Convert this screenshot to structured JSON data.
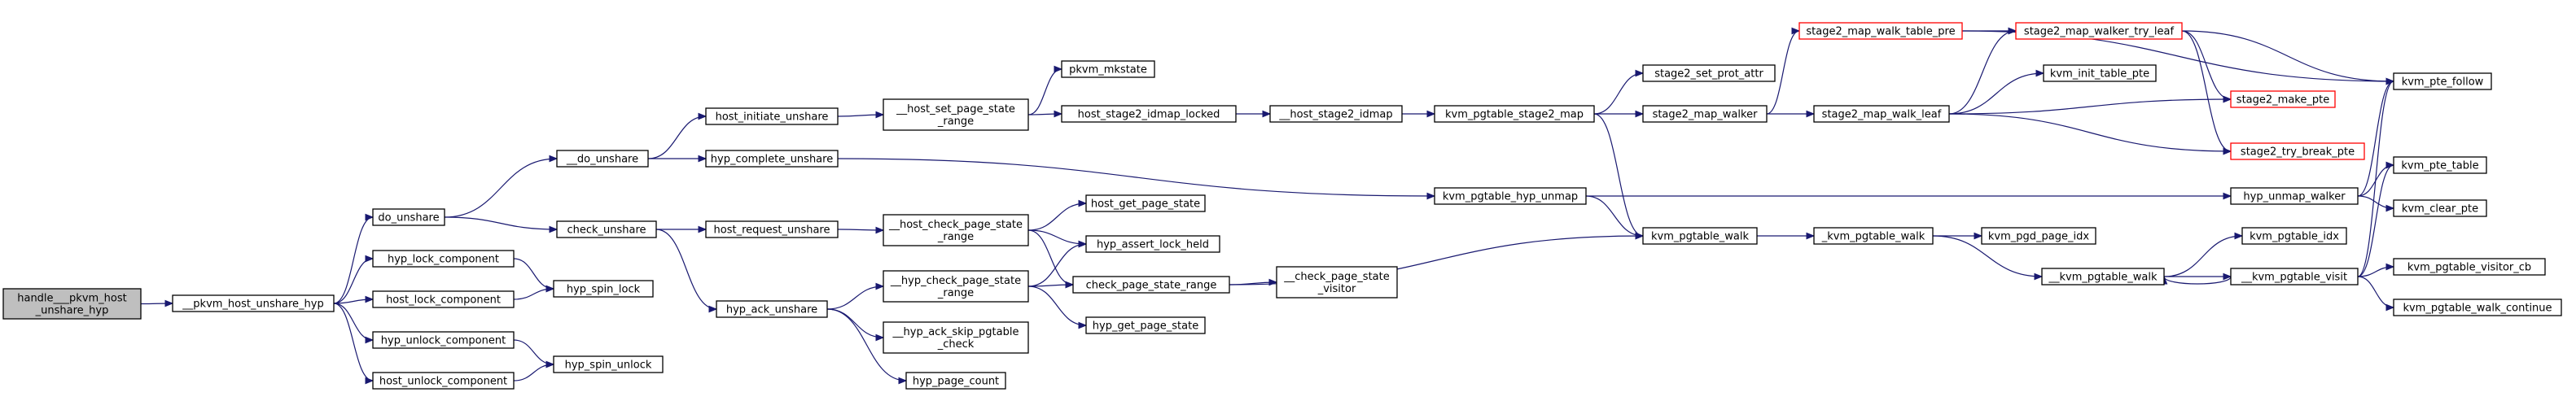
{
  "colors": {
    "edge": "#191970",
    "node_border": "#000000",
    "node_border_truncated": "#ff0000",
    "root_fill": "#bfbfbf",
    "node_fill": "#ffffff"
  },
  "nodes": [
    {
      "id": "handle_pkvm",
      "lines": [
        "handle___pkvm_host",
        "_unshare_hyp"
      ],
      "root": true
    },
    {
      "id": "pkvm_host_unshare_hyp",
      "lines": [
        "__pkvm_host_unshare_hyp"
      ]
    },
    {
      "id": "do_unshare",
      "lines": [
        "do_unshare"
      ]
    },
    {
      "id": "hyp_lock_component",
      "lines": [
        "hyp_lock_component"
      ]
    },
    {
      "id": "host_lock_component",
      "lines": [
        "host_lock_component"
      ]
    },
    {
      "id": "hyp_unlock_component",
      "lines": [
        "hyp_unlock_component"
      ]
    },
    {
      "id": "host_unlock_component",
      "lines": [
        "host_unlock_component"
      ]
    },
    {
      "id": "hyp_spin_lock",
      "lines": [
        "hyp_spin_lock"
      ]
    },
    {
      "id": "hyp_spin_unlock",
      "lines": [
        "hyp_spin_unlock"
      ]
    },
    {
      "id": "__do_unshare",
      "lines": [
        "__do_unshare"
      ]
    },
    {
      "id": "check_unshare",
      "lines": [
        "check_unshare"
      ]
    },
    {
      "id": "host_initiate_unshare",
      "lines": [
        "host_initiate_unshare"
      ]
    },
    {
      "id": "hyp_complete_unshare",
      "lines": [
        "hyp_complete_unshare"
      ]
    },
    {
      "id": "host_request_unshare",
      "lines": [
        "host_request_unshare"
      ]
    },
    {
      "id": "hyp_ack_unshare",
      "lines": [
        "hyp_ack_unshare"
      ]
    },
    {
      "id": "__host_set_page_state_range",
      "lines": [
        "__host_set_page_state",
        "_range"
      ]
    },
    {
      "id": "pkvm_mkstate",
      "lines": [
        "pkvm_mkstate"
      ]
    },
    {
      "id": "host_stage2_idmap_locked",
      "lines": [
        "host_stage2_idmap_locked"
      ]
    },
    {
      "id": "__host_stage2_idmap",
      "lines": [
        "__host_stage2_idmap"
      ]
    },
    {
      "id": "__host_check_page_state_range",
      "lines": [
        "__host_check_page_state",
        "_range"
      ]
    },
    {
      "id": "host_get_page_state",
      "lines": [
        "host_get_page_state"
      ]
    },
    {
      "id": "hyp_assert_lock_held",
      "lines": [
        "hyp_assert_lock_held"
      ]
    },
    {
      "id": "__hyp_check_page_state_range",
      "lines": [
        "__hyp_check_page_state",
        "_range"
      ]
    },
    {
      "id": "check_page_state_range",
      "lines": [
        "check_page_state_range"
      ]
    },
    {
      "id": "hyp_get_page_state",
      "lines": [
        "hyp_get_page_state"
      ]
    },
    {
      "id": "__hyp_ack_skip_pgtable_check",
      "lines": [
        "__hyp_ack_skip_pgtable",
        "_check"
      ]
    },
    {
      "id": "hyp_page_count",
      "lines": [
        "hyp_page_count"
      ]
    },
    {
      "id": "__check_page_state_visitor",
      "lines": [
        "__check_page_state",
        "_visitor"
      ]
    },
    {
      "id": "kvm_pgtable_stage2_map",
      "lines": [
        "kvm_pgtable_stage2_map"
      ]
    },
    {
      "id": "stage2_set_prot_attr",
      "lines": [
        "stage2_set_prot_attr"
      ]
    },
    {
      "id": "stage2_map_walker",
      "lines": [
        "stage2_map_walker"
      ]
    },
    {
      "id": "kvm_pgtable_hyp_unmap",
      "lines": [
        "kvm_pgtable_hyp_unmap"
      ]
    },
    {
      "id": "kvm_pgtable_walk",
      "lines": [
        "kvm_pgtable_walk"
      ]
    },
    {
      "id": "_kvm_pgtable_walk",
      "lines": [
        "_kvm_pgtable_walk"
      ]
    },
    {
      "id": "kvm_pgd_page_idx",
      "lines": [
        "kvm_pgd_page_idx"
      ]
    },
    {
      "id": "__kvm_pgtable_walk",
      "lines": [
        "__kvm_pgtable_walk"
      ]
    },
    {
      "id": "kvm_pgtable_idx",
      "lines": [
        "kvm_pgtable_idx"
      ]
    },
    {
      "id": "__kvm_pgtable_visit",
      "lines": [
        "__kvm_pgtable_visit"
      ]
    },
    {
      "id": "kvm_pgtable_visitor_cb",
      "lines": [
        "kvm_pgtable_visitor_cb"
      ]
    },
    {
      "id": "kvm_pgtable_walk_continue",
      "lines": [
        "kvm_pgtable_walk_continue"
      ]
    },
    {
      "id": "stage2_map_walk_table_pre",
      "lines": [
        "stage2_map_walk_table_pre"
      ],
      "truncated": true
    },
    {
      "id": "stage2_map_walker_try_leaf",
      "lines": [
        "stage2_map_walker_try_leaf"
      ],
      "truncated": true
    },
    {
      "id": "stage2_map_walk_leaf",
      "lines": [
        "stage2_map_walk_leaf"
      ]
    },
    {
      "id": "kvm_init_table_pte",
      "lines": [
        "kvm_init_table_pte"
      ]
    },
    {
      "id": "stage2_make_pte",
      "lines": [
        "stage2_make_pte"
      ],
      "truncated": true
    },
    {
      "id": "stage2_try_break_pte",
      "lines": [
        "stage2_try_break_pte"
      ],
      "truncated": true
    },
    {
      "id": "kvm_pte_follow",
      "lines": [
        "kvm_pte_follow"
      ]
    },
    {
      "id": "hyp_unmap_walker",
      "lines": [
        "hyp_unmap_walker"
      ]
    },
    {
      "id": "kvm_pte_table",
      "lines": [
        "kvm_pte_table"
      ]
    },
    {
      "id": "kvm_clear_pte",
      "lines": [
        "kvm_clear_pte"
      ]
    }
  ],
  "edges": [
    [
      "handle_pkvm",
      "pkvm_host_unshare_hyp"
    ],
    [
      "pkvm_host_unshare_hyp",
      "do_unshare"
    ],
    [
      "pkvm_host_unshare_hyp",
      "hyp_lock_component"
    ],
    [
      "pkvm_host_unshare_hyp",
      "host_lock_component"
    ],
    [
      "pkvm_host_unshare_hyp",
      "hyp_unlock_component"
    ],
    [
      "pkvm_host_unshare_hyp",
      "host_unlock_component"
    ],
    [
      "hyp_lock_component",
      "hyp_spin_lock"
    ],
    [
      "host_lock_component",
      "hyp_spin_lock"
    ],
    [
      "hyp_unlock_component",
      "hyp_spin_unlock"
    ],
    [
      "host_unlock_component",
      "hyp_spin_unlock"
    ],
    [
      "do_unshare",
      "__do_unshare"
    ],
    [
      "do_unshare",
      "check_unshare"
    ],
    [
      "__do_unshare",
      "host_initiate_unshare"
    ],
    [
      "__do_unshare",
      "hyp_complete_unshare"
    ],
    [
      "check_unshare",
      "host_request_unshare"
    ],
    [
      "check_unshare",
      "hyp_ack_unshare"
    ],
    [
      "host_initiate_unshare",
      "__host_set_page_state_range"
    ],
    [
      "__host_set_page_state_range",
      "pkvm_mkstate"
    ],
    [
      "__host_set_page_state_range",
      "host_stage2_idmap_locked"
    ],
    [
      "host_stage2_idmap_locked",
      "__host_stage2_idmap"
    ],
    [
      "__host_stage2_idmap",
      "kvm_pgtable_stage2_map"
    ],
    [
      "hyp_complete_unshare",
      "kvm_pgtable_hyp_unmap"
    ],
    [
      "host_request_unshare",
      "__host_check_page_state_range"
    ],
    [
      "__host_check_page_state_range",
      "host_get_page_state"
    ],
    [
      "__host_check_page_state_range",
      "hyp_assert_lock_held"
    ],
    [
      "__host_check_page_state_range",
      "check_page_state_range"
    ],
    [
      "hyp_ack_unshare",
      "__hyp_check_page_state_range"
    ],
    [
      "hyp_ack_unshare",
      "__hyp_ack_skip_pgtable_check"
    ],
    [
      "hyp_ack_unshare",
      "hyp_page_count"
    ],
    [
      "__hyp_check_page_state_range",
      "hyp_assert_lock_held"
    ],
    [
      "__hyp_check_page_state_range",
      "check_page_state_range"
    ],
    [
      "__hyp_check_page_state_range",
      "hyp_get_page_state"
    ],
    [
      "check_page_state_range",
      "__check_page_state_visitor"
    ],
    [
      "check_page_state_range",
      "kvm_pgtable_walk"
    ],
    [
      "kvm_pgtable_stage2_map",
      "stage2_set_prot_attr"
    ],
    [
      "kvm_pgtable_stage2_map",
      "stage2_map_walker"
    ],
    [
      "kvm_pgtable_stage2_map",
      "kvm_pgtable_walk"
    ],
    [
      "kvm_pgtable_hyp_unmap",
      "kvm_pgtable_walk"
    ],
    [
      "kvm_pgtable_hyp_unmap",
      "hyp_unmap_walker"
    ],
    [
      "kvm_pgtable_walk",
      "_kvm_pgtable_walk"
    ],
    [
      "_kvm_pgtable_walk",
      "kvm_pgd_page_idx"
    ],
    [
      "_kvm_pgtable_walk",
      "__kvm_pgtable_walk"
    ],
    [
      "__kvm_pgtable_walk",
      "kvm_pgtable_idx"
    ],
    [
      "__kvm_pgtable_walk",
      "__kvm_pgtable_visit"
    ],
    [
      "__kvm_pgtable_visit",
      "__kvm_pgtable_walk"
    ],
    [
      "__kvm_pgtable_visit",
      "kvm_pgtable_visitor_cb"
    ],
    [
      "__kvm_pgtable_visit",
      "kvm_pgtable_walk_continue"
    ],
    [
      "__kvm_pgtable_visit",
      "kvm_pte_follow"
    ],
    [
      "__kvm_pgtable_visit",
      "kvm_pte_table"
    ],
    [
      "stage2_map_walker",
      "stage2_map_walk_table_pre"
    ],
    [
      "stage2_map_walker",
      "stage2_map_walk_leaf"
    ],
    [
      "stage2_map_walk_table_pre",
      "stage2_map_walker_try_leaf"
    ],
    [
      "stage2_map_walk_table_pre",
      "kvm_pte_follow"
    ],
    [
      "stage2_map_walker_try_leaf",
      "stage2_make_pte"
    ],
    [
      "stage2_map_walker_try_leaf",
      "stage2_try_break_pte"
    ],
    [
      "stage2_map_walker_try_leaf",
      "kvm_pte_follow"
    ],
    [
      "stage2_map_walk_leaf",
      "stage2_map_walker_try_leaf"
    ],
    [
      "stage2_map_walk_leaf",
      "kvm_init_table_pte"
    ],
    [
      "stage2_map_walk_leaf",
      "stage2_make_pte"
    ],
    [
      "stage2_map_walk_leaf",
      "stage2_try_break_pte"
    ],
    [
      "hyp_unmap_walker",
      "kvm_pte_follow"
    ],
    [
      "hyp_unmap_walker",
      "kvm_pte_table"
    ],
    [
      "hyp_unmap_walker",
      "kvm_clear_pte"
    ]
  ]
}
